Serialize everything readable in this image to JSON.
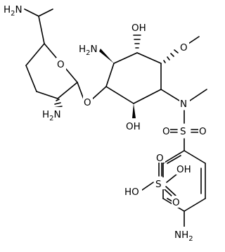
{
  "molecule": {
    "atoms": {
      "nh2_top": {
        "main": "H",
        "sub": "2",
        "tail": "N"
      },
      "nh2_ring": {
        "main": "H",
        "sub": "2",
        "tail": "N"
      },
      "nh2_cyc": {
        "main": "H",
        "sub": "2",
        "tail": "N"
      },
      "o_ring": "O",
      "o_link": "O",
      "oh_top": "OH",
      "oh_bottom": "OH",
      "o_methoxy": "O",
      "n_amide": "N",
      "s_main": "S",
      "o_sa": "O",
      "o_sb": "O",
      "oh_acid1": "OH",
      "o_acid_a": "O",
      "o_acid_b": "O",
      "s_acid": "S",
      "ho_acid": "HO",
      "nh2_aryl": {
        "main": "NH",
        "sub": "2"
      }
    }
  }
}
